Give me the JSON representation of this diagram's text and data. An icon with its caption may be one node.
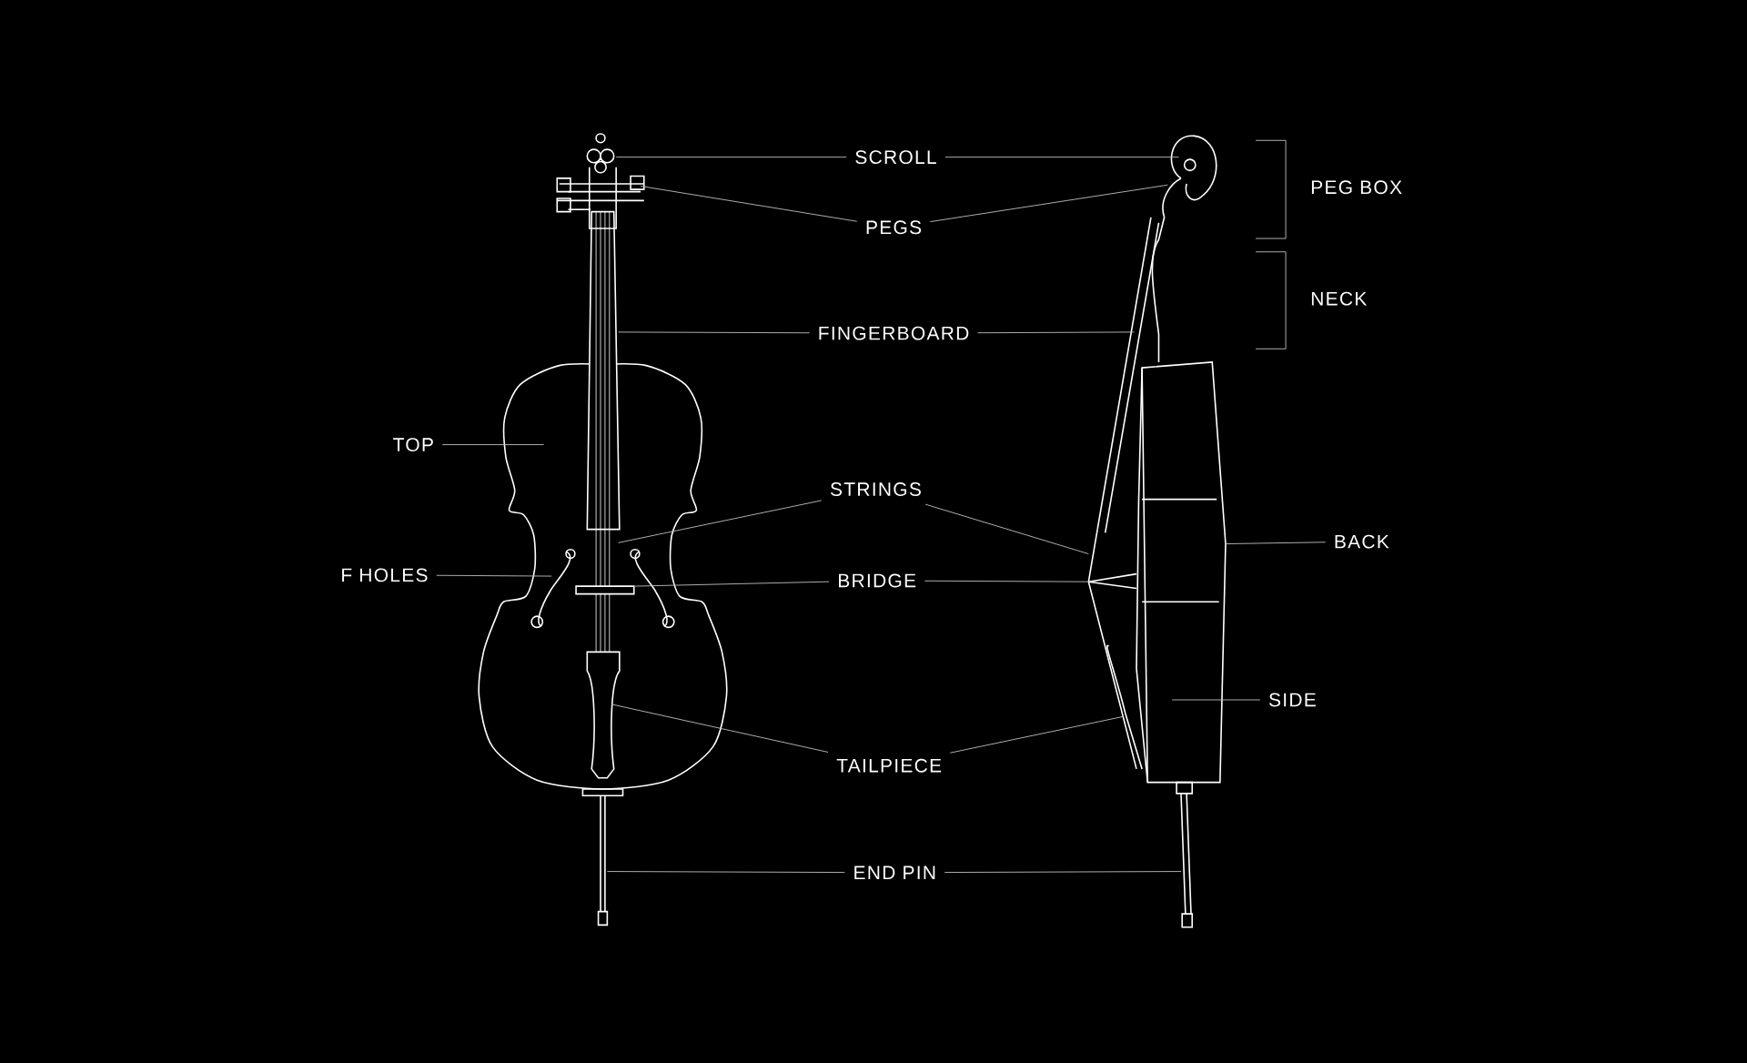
{
  "diagram": {
    "nodes": [
      {
        "text": [
          "SCROLL"
        ]
      },
      {
        "text": [
          "PEGS"
        ]
      },
      {
        "text": [
          "FINGERBOARD"
        ]
      },
      {
        "text": [
          "TOP"
        ]
      },
      {
        "text": [
          "STRINGS"
        ]
      },
      {
        "text": [
          "BACK"
        ]
      },
      {
        "text": [
          "F HOLES"
        ]
      },
      {
        "text": [
          "BRIDGE"
        ]
      },
      {
        "text": [
          "SIDE"
        ]
      },
      {
        "text": [
          "TAILPIECE"
        ]
      },
      {
        "text": [
          "END PIN"
        ]
      },
      {
        "text": [],
        "shape": "picture"
      },
      {
        "text": [],
        "shape": "picture"
      }
    ],
    "edges": [
      {
        "from": 0,
        "to": 11,
        "arrow": "none"
      },
      {
        "from": 0,
        "to": 12,
        "arrow": "none"
      },
      {
        "from": 1,
        "to": 11,
        "arrow": "none"
      },
      {
        "from": 1,
        "to": 12,
        "arrow": "none"
      },
      {
        "from": 2,
        "to": 11,
        "arrow": "none"
      },
      {
        "from": 2,
        "to": 12,
        "arrow": "none"
      },
      {
        "from": 3,
        "to": 11,
        "arrow": "none"
      },
      {
        "from": 4,
        "to": 11,
        "arrow": "none"
      },
      {
        "from": 4,
        "to": 12,
        "arrow": "none"
      },
      {
        "from": 5,
        "to": 12,
        "arrow": "none"
      },
      {
        "from": 6,
        "to": 11,
        "arrow": "none"
      },
      {
        "from": 7,
        "to": 11,
        "arrow": "none"
      },
      {
        "from": 7,
        "to": 12,
        "arrow": "none"
      },
      {
        "from": 8,
        "to": 12,
        "arrow": "none"
      },
      {
        "from": 9,
        "to": 11,
        "arrow": "none"
      },
      {
        "from": 9,
        "to": 12,
        "arrow": "none"
      },
      {
        "from": 10,
        "to": 11,
        "arrow": "none"
      },
      {
        "from": 10,
        "to": 12,
        "arrow": "none"
      }
    ],
    "labels": [
      "PEG BOX",
      "NECK"
    ]
  }
}
